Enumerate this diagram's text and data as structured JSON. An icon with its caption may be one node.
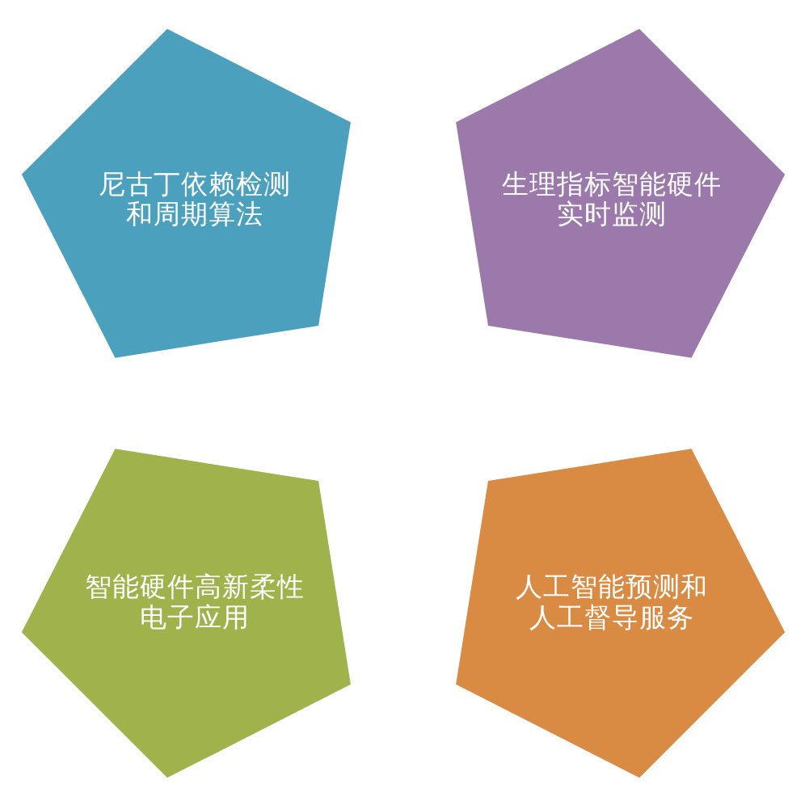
{
  "diagram": {
    "nodes": [
      {
        "text": [
          "尼古丁依赖检测和周期算法"
        ]
      },
      {
        "text": [
          "生理指标智能硬件实时监测"
        ]
      },
      {
        "text": [
          "智能硬件高新柔性电子应用"
        ]
      },
      {
        "text": [
          "人工智能预测和人工督导服务"
        ]
      }
    ]
  }
}
